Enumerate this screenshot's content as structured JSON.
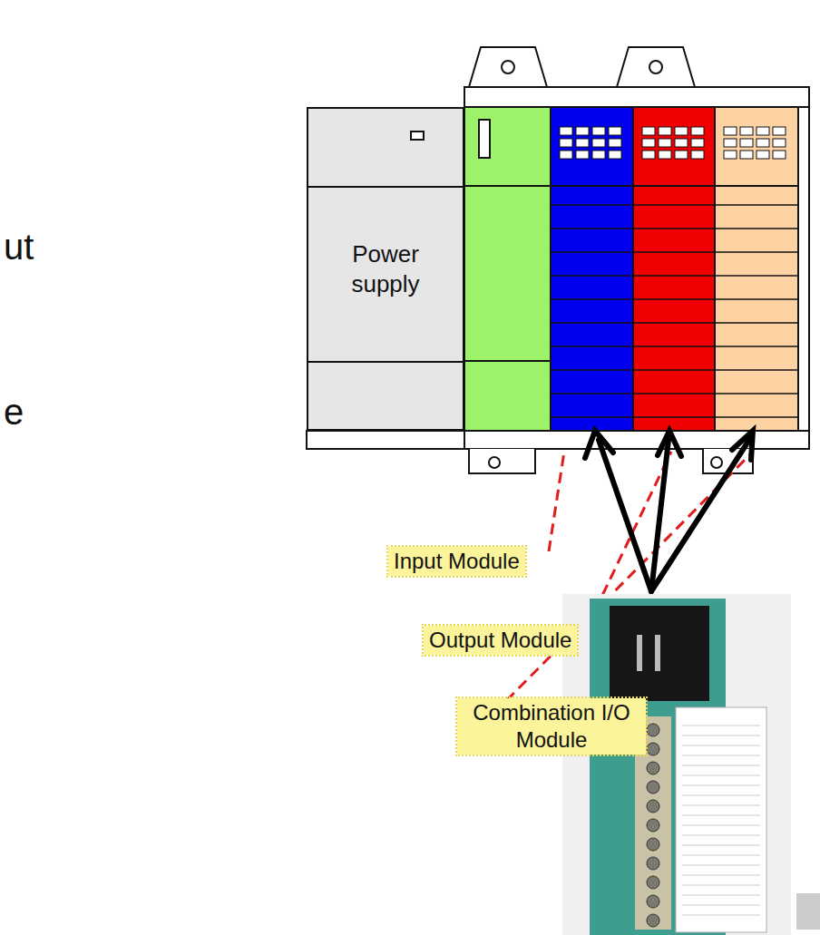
{
  "diagram": {
    "nodes": [
      {
        "text": [
          "Power supply"
        ]
      }
    ],
    "labels": [
      "ut",
      "e",
      "Input Module",
      "Output Module",
      "Combination I/O Module"
    ]
  }
}
